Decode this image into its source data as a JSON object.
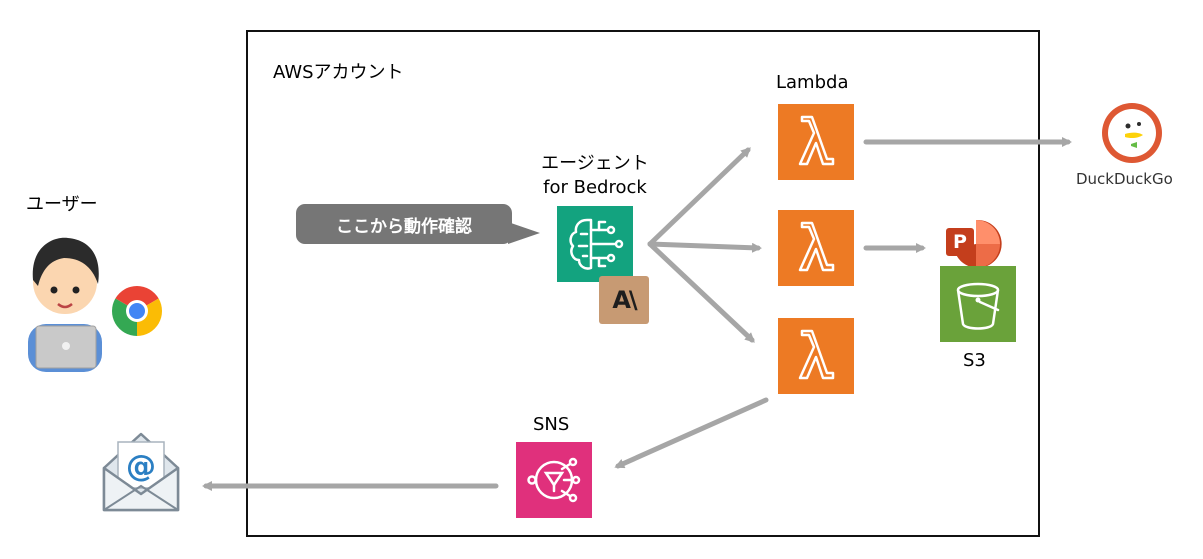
{
  "account": {
    "label": "AWSアカウント"
  },
  "user": {
    "label": "ユーザー"
  },
  "callout": {
    "label": "ここから動作確認"
  },
  "agent": {
    "label_line1": "エージェント",
    "label_line2": "for Bedrock"
  },
  "anthropic": {
    "logo_text": "A\\"
  },
  "lambda": {
    "label": "Lambda"
  },
  "duckduckgo": {
    "label": "DuckDuckGo"
  },
  "s3": {
    "label": "S3"
  },
  "sns": {
    "label": "SNS"
  },
  "powerpoint": {
    "letter": "P"
  },
  "colors": {
    "lambda": "#ed7a24",
    "bedrock": "#13a37f",
    "sns": "#e0307c",
    "s3": "#6aa23a",
    "arrow": "#a6a6a6",
    "callout": "#767676",
    "anthropic": "#c79a73"
  }
}
